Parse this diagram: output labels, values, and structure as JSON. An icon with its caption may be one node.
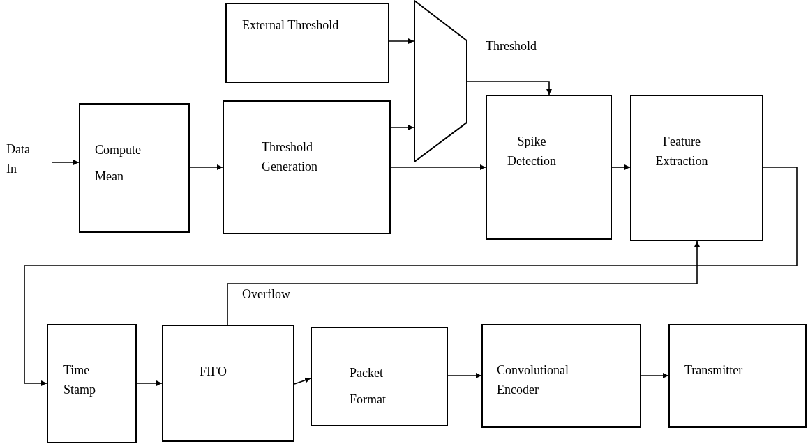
{
  "diagram": {
    "nodes": [
      {
        "text": [
          "External Threshold"
        ]
      },
      {
        "text": [],
        "shape": "trapezoid"
      },
      {
        "text": [
          "Data In"
        ]
      },
      {
        "text": [
          "Compute Mean"
        ]
      },
      {
        "text": [
          "Threshold Generation"
        ]
      },
      {
        "text": [
          "Spike Detection"
        ]
      },
      {
        "text": [
          "Feature Extraction"
        ]
      },
      {
        "text": [
          "Time Stamp"
        ]
      },
      {
        "text": [
          "FIFO"
        ]
      },
      {
        "text": [
          "Packet Format"
        ]
      },
      {
        "text": [
          "Convolutional Encoder"
        ]
      },
      {
        "text": [
          "Transmitter"
        ]
      }
    ],
    "edges": [
      {
        "from": 2,
        "to": 3,
        "arrow": "to"
      },
      {
        "from": 3,
        "to": 4,
        "arrow": "to"
      },
      {
        "from": 0,
        "to": 1,
        "arrow": "to"
      },
      {
        "from": 4,
        "to": 1,
        "arrow": "to"
      },
      {
        "from": 1,
        "to": 5,
        "arrow": "to",
        "label": "Threshold"
      },
      {
        "from": 4,
        "to": 5,
        "arrow": "to"
      },
      {
        "from": 5,
        "to": 6,
        "arrow": "to"
      },
      {
        "from": 6,
        "to": 7,
        "arrow": "to"
      },
      {
        "from": 8,
        "to": 6,
        "arrow": "to",
        "label": "Overflow"
      },
      {
        "from": 7,
        "to": 8,
        "arrow": "to"
      },
      {
        "from": 8,
        "to": 9,
        "arrow": "to"
      },
      {
        "from": 9,
        "to": 10,
        "arrow": "to"
      },
      {
        "from": 10,
        "to": 11,
        "arrow": "to"
      }
    ]
  }
}
